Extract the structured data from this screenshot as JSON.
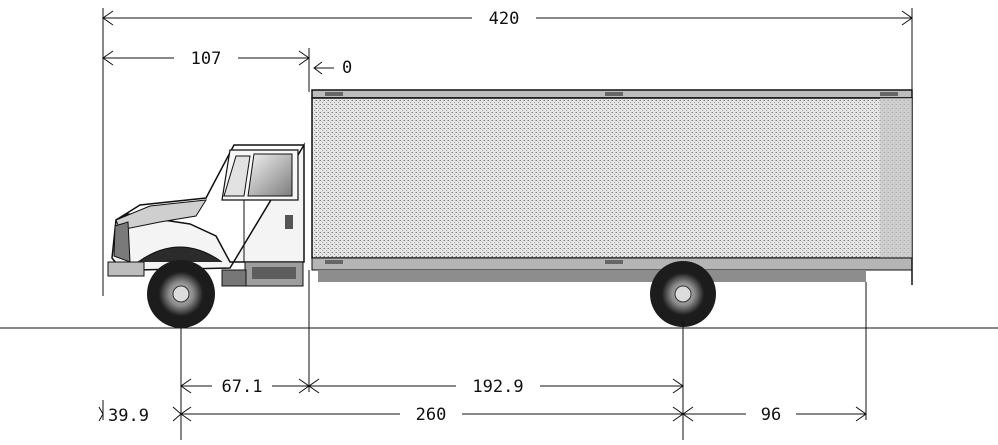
{
  "dimensions": {
    "overall_length": "420",
    "cab_to_body": "107",
    "body_gap": "0",
    "bumper_to_cab_back": "67.1",
    "cab_to_rear_axle": "192.9",
    "front_overhang": "39.9",
    "wheelbase": "260",
    "rear_overhang": "96"
  },
  "colors": {
    "line": "#111111",
    "body_fill": "#d2d2d2",
    "shade": "#9a9a9a",
    "dark": "#2b2b2b"
  }
}
